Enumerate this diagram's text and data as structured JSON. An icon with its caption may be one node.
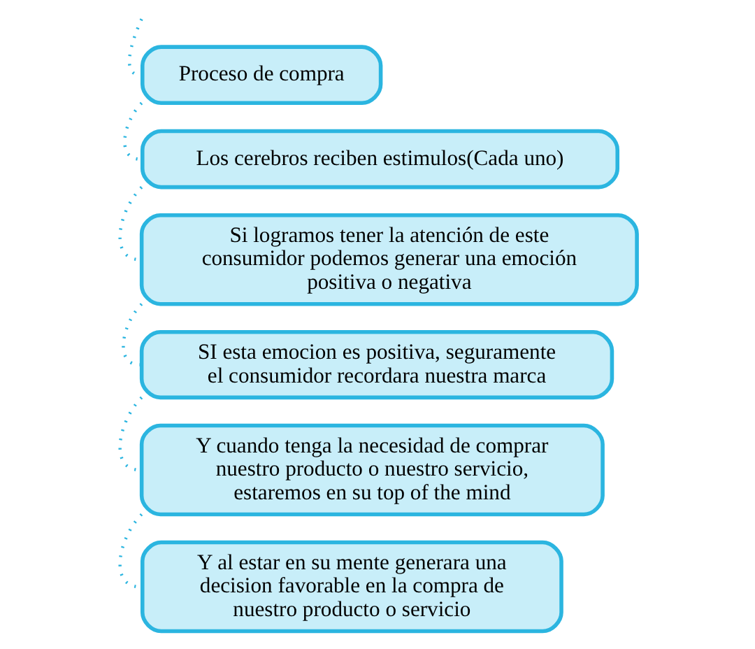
{
  "diagram": {
    "nodes": [
      {
        "text": [
          "Proceso de compra"
        ]
      },
      {
        "text": [
          "Los cerebros reciben estimulos(Cada uno)"
        ]
      },
      {
        "text": [
          "Si logramos tener la atención de este consumidor podemos generar una emoción positiva o negativa"
        ]
      },
      {
        "text": [
          "SI esta emocion es positiva, seguramente el consumidor recordara nuestra marca"
        ]
      },
      {
        "text": [
          "Y cuando tenga la necesidad de comprar nuestro producto o nuestro servicio, estaremos en su top of the mind"
        ]
      },
      {
        "text": [
          "Y al estar en su mente generara una decision favorable en la compra de nuestro producto o servicio"
        ]
      }
    ],
    "edges": [
      {
        "from": null,
        "to": 0,
        "arrow": "none"
      },
      {
        "from": 0,
        "to": 1,
        "arrow": "none"
      },
      {
        "from": 1,
        "to": 2,
        "arrow": "none"
      },
      {
        "from": 2,
        "to": 3,
        "arrow": "none"
      },
      {
        "from": 3,
        "to": 4,
        "arrow": "none"
      },
      {
        "from": 4,
        "to": 5,
        "arrow": "none"
      }
    ]
  }
}
